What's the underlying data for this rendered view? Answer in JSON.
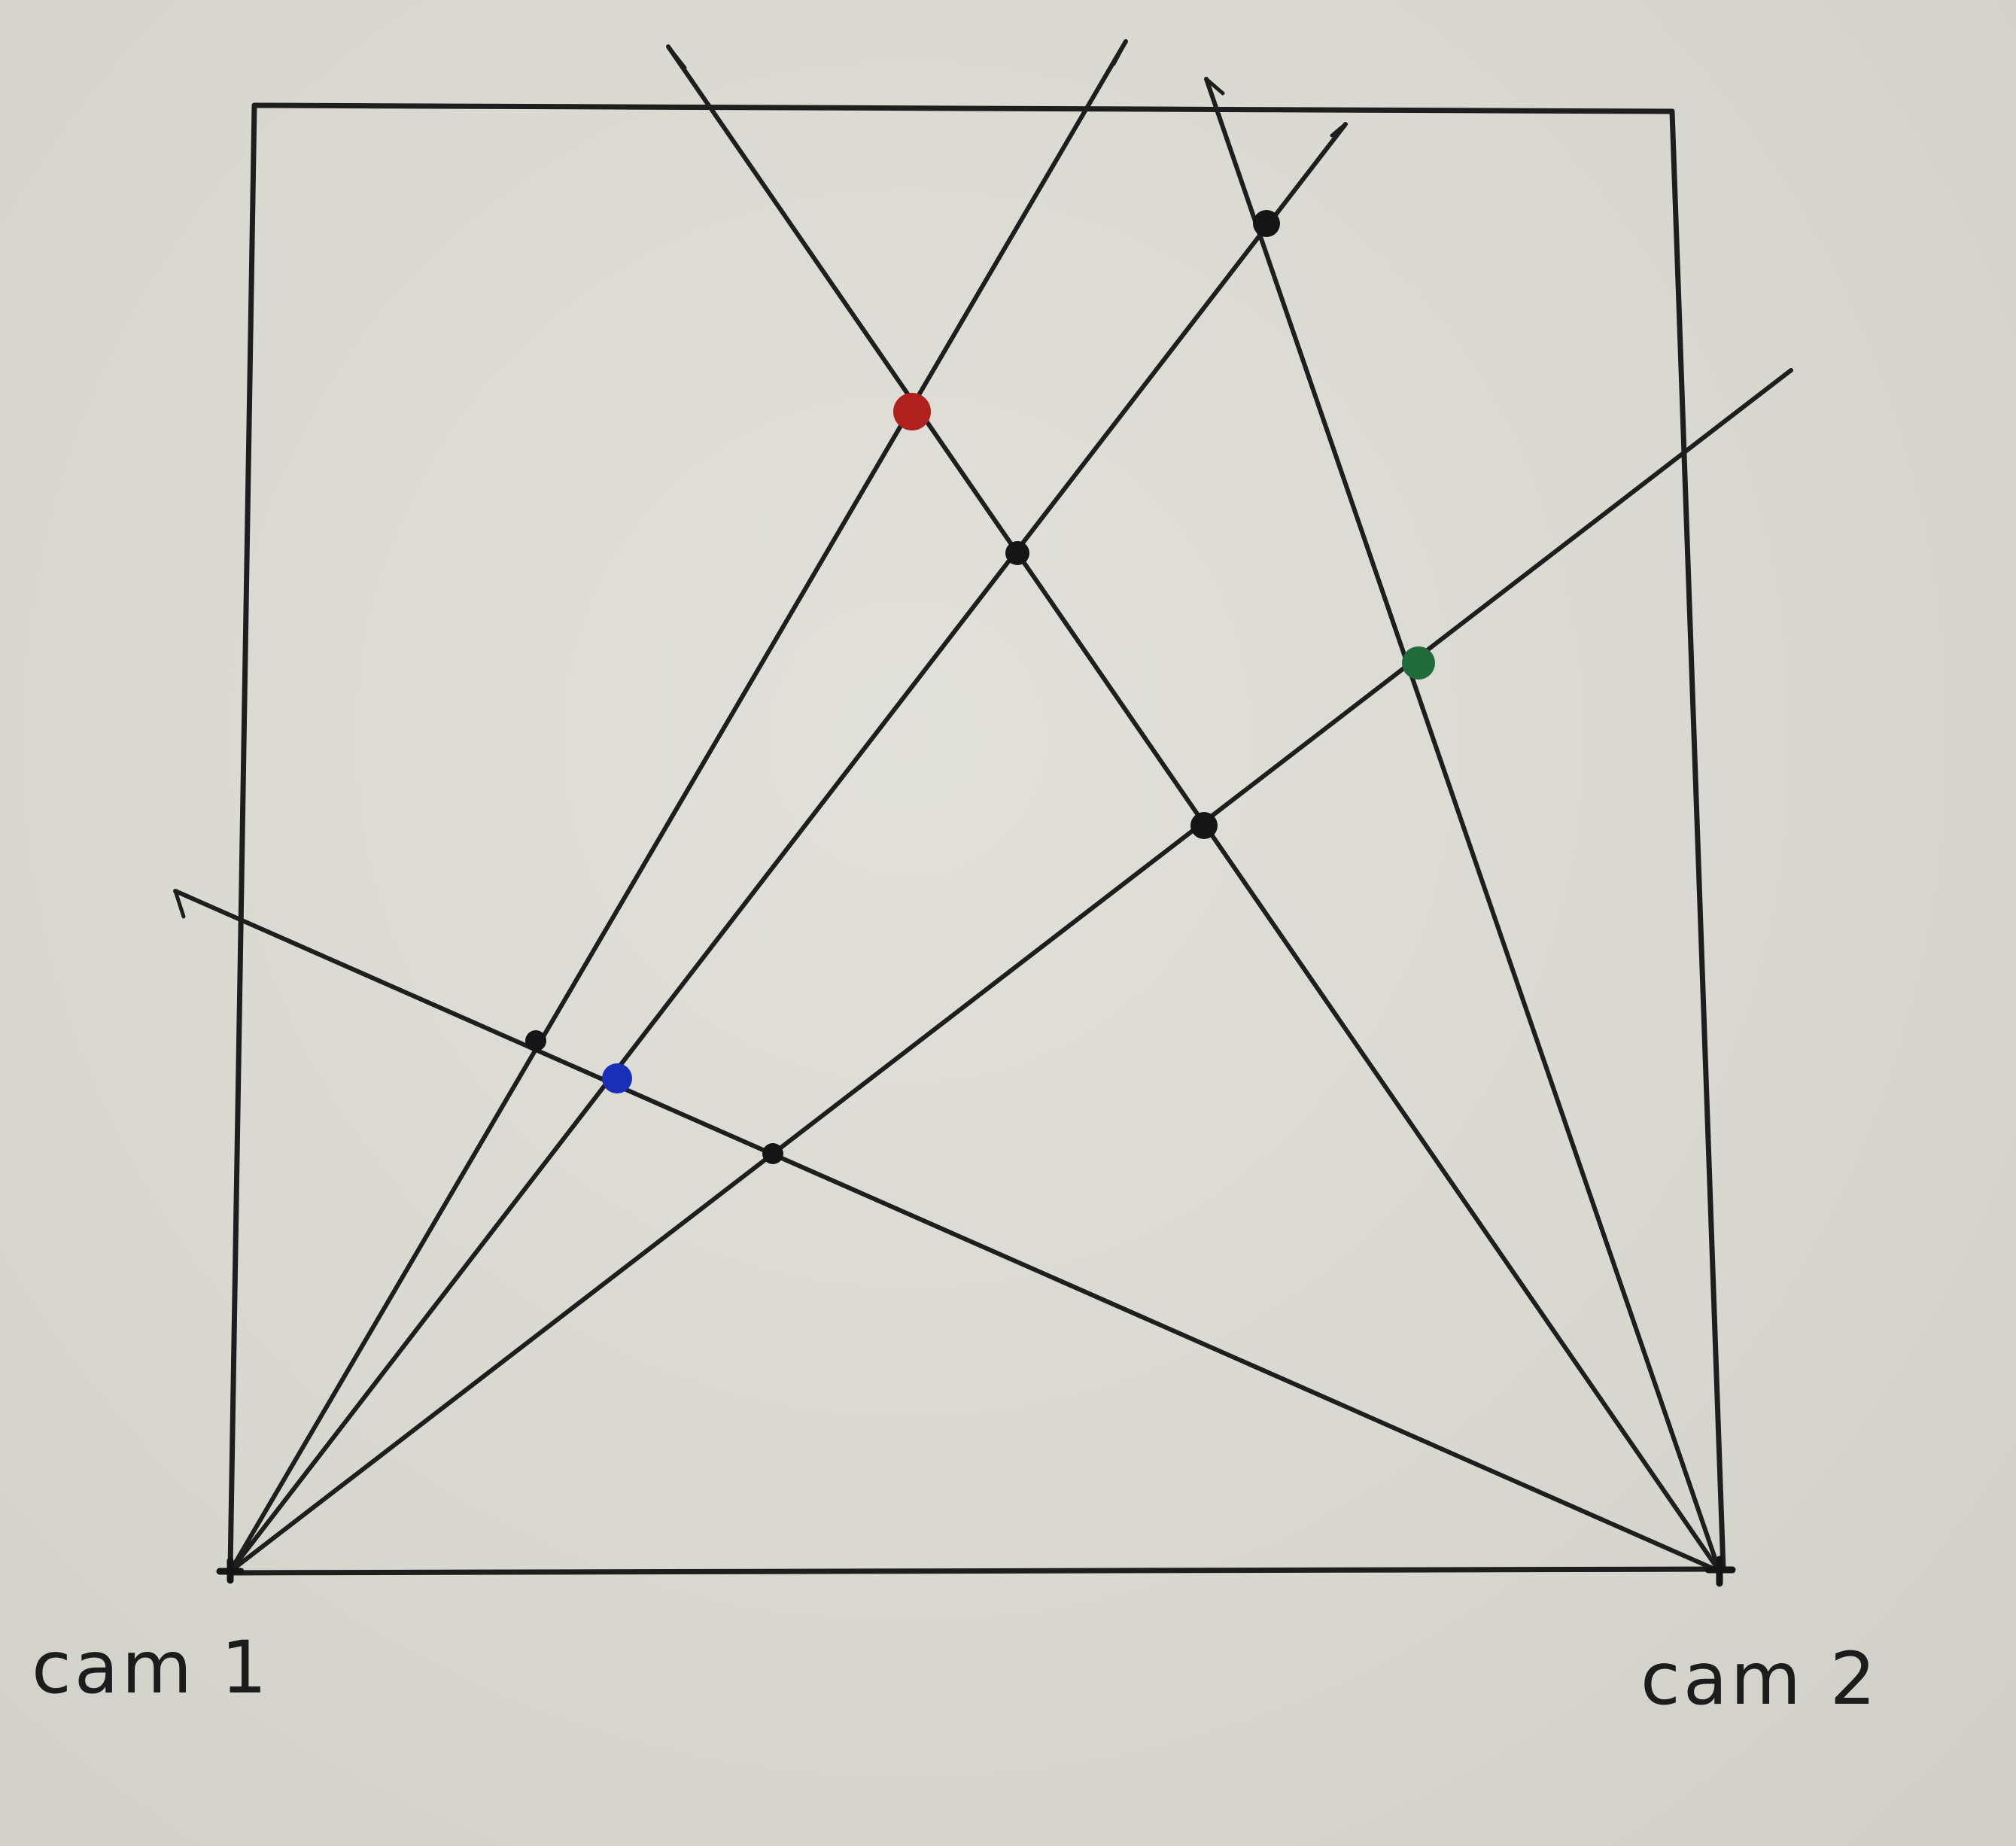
{
  "cameras": [
    {
      "id": "cam1",
      "label": "cam 1"
    },
    {
      "id": "cam2",
      "label": "cam 2"
    }
  ],
  "colors": {
    "ink": "#1e1e1e",
    "red_point": "#b0201c",
    "blue_point": "#1a2fb8",
    "green_point": "#1f6b3a",
    "black_point": "#151515"
  },
  "highlighted_points": [
    {
      "name": "red-intersection-point",
      "color": "red"
    },
    {
      "name": "blue-intersection-point",
      "color": "blue"
    },
    {
      "name": "green-intersection-point",
      "color": "green"
    }
  ]
}
